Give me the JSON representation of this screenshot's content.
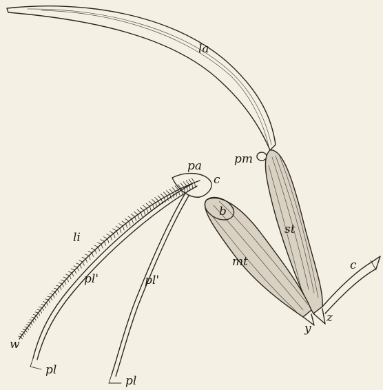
{
  "labels": {
    "la": "la",
    "pm": "pm",
    "pa": "pa",
    "c_top": "c",
    "b": "b",
    "st": "st",
    "mt": "mt",
    "li": "li",
    "pl_prime_1": "pl'",
    "pl_prime_2": "pl'",
    "c_right": "c",
    "w": "w",
    "pl_1": "pl",
    "pl_2": "pl",
    "y": "y",
    "z": "z"
  },
  "colors": {
    "paper": "#f4f0e3",
    "ink": "#2a2620"
  }
}
